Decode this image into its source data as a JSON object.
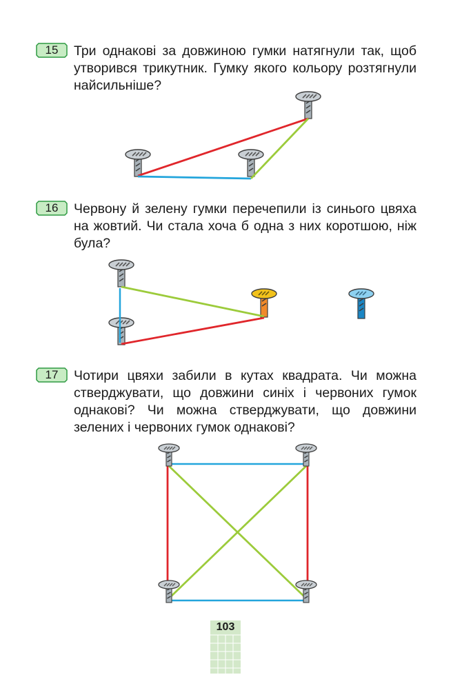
{
  "colors": {
    "badge_fill": "#c8ecc4",
    "badge_border": "#2e9a42",
    "red": "#e0262b",
    "blue": "#23a5dc",
    "green": "#9ccb3b",
    "nail_steel": "#a9b3ba",
    "nail_yellow": "#f2c21b",
    "nail_orange": "#f08a2c",
    "nail_blue": "#5cb8e6",
    "footer_grid": "#d3e8c9"
  },
  "icons": [
    "nail-icon"
  ],
  "problems": [
    {
      "number": "15",
      "text": "Три однакові за довжиною гумки натягнули так, щоб утворився трикутник. Гумку якого кольору розтягнули найсильніше?"
    },
    {
      "number": "16",
      "text": "Червону й зелену гумки перечепили із синього цвяха на жовтий. Чи стала хоча б одна з них коротшою, ніж була?"
    },
    {
      "number": "17",
      "text": "Чотири цвяхи забили в кутах квадрата. Чи можна стверджувати, що довжини синіх і червоних гумок однакові? Чи можна стверджувати, що довжини зелених і червоних гумок однакові?"
    }
  ],
  "footer": {
    "page_number": "103"
  }
}
